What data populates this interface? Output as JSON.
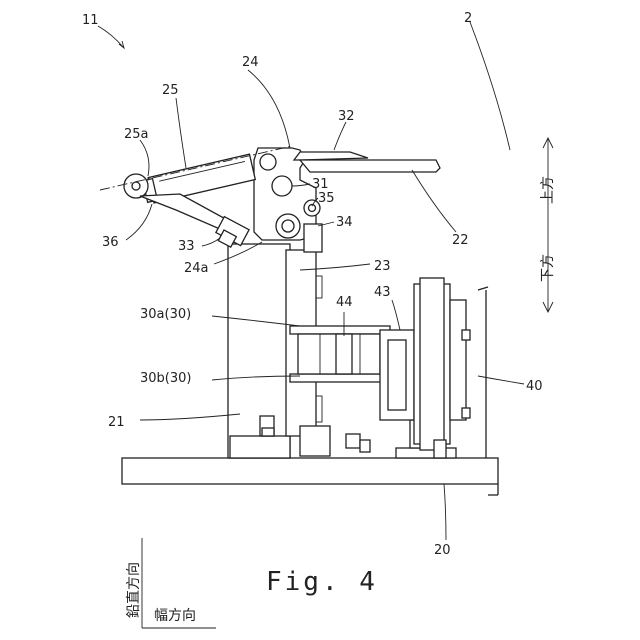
{
  "figure": {
    "caption": "Fig. 4",
    "labels": {
      "l11": "11",
      "l2": "2",
      "l24": "24",
      "l25": "25",
      "l32": "32",
      "l25a": "25a",
      "l31": "31",
      "l35": "35",
      "l34": "34",
      "l22": "22",
      "l36": "36",
      "l33": "33",
      "l24a": "24a",
      "l23": "23",
      "l43": "43",
      "l30a": "30a(30)",
      "l44": "44",
      "l30b": "30b(30)",
      "l40": "40",
      "l21": "21",
      "l20": "20"
    },
    "direction": {
      "up": "上方",
      "down": "下方",
      "vertical": "鉛直方向",
      "width": "幅方向"
    }
  }
}
